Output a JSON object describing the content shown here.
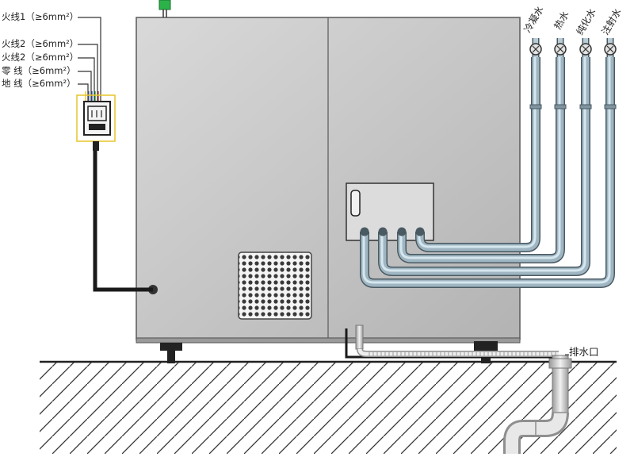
{
  "wiring": {
    "labels": [
      "火线1（≥6mm²）",
      "火线2（≥6mm²）",
      "火线2（≥6mm²）",
      "零  线（≥6mm²）",
      "地  线（≥6mm²）"
    ],
    "wire_colors": [
      "#c8342a",
      "#2e9e3a",
      "#2a5fc8",
      "#5a6fa8",
      "#e6c52a"
    ]
  },
  "pipes": {
    "labels": [
      "冷凝水",
      "热水",
      "纯化水",
      "注射水"
    ]
  },
  "drain": {
    "label": "排水口"
  },
  "colors": {
    "cabinet": "#c6c6c6",
    "pipe": "#9fb6c2",
    "pipe_outline": "#4a5a63",
    "indicator": "#2bb34a"
  }
}
